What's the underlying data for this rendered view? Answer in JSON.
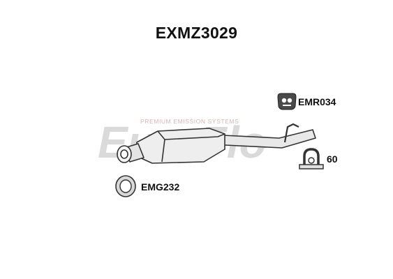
{
  "title": "EXMZ3029",
  "watermark": {
    "brand": "EuroFlo",
    "tagline": "PREMIUM EMISSION SYSTEMS"
  },
  "parts": [
    {
      "code": "EMR034",
      "icon": "rubber-mount-icon"
    },
    {
      "code": "60",
      "icon": "u-clamp-icon"
    },
    {
      "code": "EMG232",
      "icon": "gasket-ring-icon"
    }
  ],
  "exhaust": {
    "icon": "exhaust-silencer-icon"
  },
  "colors": {
    "watermark_grey": "#d0d0d0",
    "watermark_red": "#f2c9c9",
    "outline": "#333333",
    "part_fill": "#ececec"
  }
}
